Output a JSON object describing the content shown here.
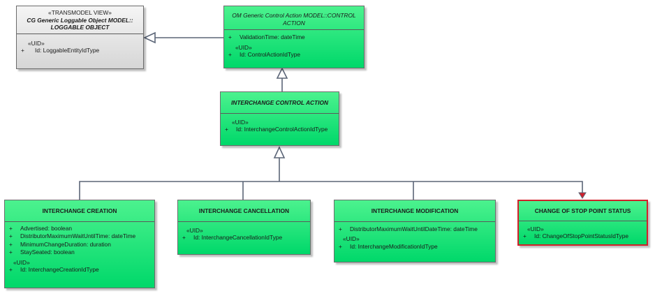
{
  "diagram": {
    "loggable": {
      "stereotype": "«TRANSMODEL VIEW»",
      "title": "CG Generic Loggable Object MODEL:: LOGGABLE OBJECT",
      "attr_stereotype": "«UID»",
      "attr_vis": "+",
      "attr": "Id: LoggableEntityIdType"
    },
    "control_action": {
      "title": "OM Generic Control Action MODEL::CONTROL ACTION",
      "attr_vis": "+",
      "attr": "ValidationTime: dateTime",
      "uid_stereotype": "«UID»",
      "uid_vis": "+",
      "uid": "Id: ControlActionIdType"
    },
    "interchange_control_action": {
      "title": "INTERCHANGE CONTROL ACTION",
      "uid_stereotype": "«UID»",
      "uid_vis": "+",
      "uid": "Id: InterchangeControlActionIdType"
    },
    "creation": {
      "title": "INTERCHANGE CREATION",
      "attrs": [
        {
          "vis": "+",
          "text": "Advertised: boolean"
        },
        {
          "vis": "+",
          "text": "DistributorMaximumWaitUntilTime: dateTime"
        },
        {
          "vis": "+",
          "text": "MinimumChangeDuration: duration"
        },
        {
          "vis": "+",
          "text": "StaySeated: boolean"
        }
      ],
      "uid_stereotype": "«UID»",
      "uid_vis": "+",
      "uid": "Id: InterchangeCreationIdType"
    },
    "cancellation": {
      "title": "INTERCHANGE CANCELLATION",
      "uid_stereotype": "«UID»",
      "uid_vis": "+",
      "uid": "Id: InterchangeCancellationIdType"
    },
    "modification": {
      "title": "INTERCHANGE MODIFICATION",
      "attr_vis": "+",
      "attr": "DistributorMaximumWaitUntilDateTime: dateTime",
      "uid_stereotype": "«UID»",
      "uid_vis": "+",
      "uid": "Id: InterchangeModificationIdType"
    },
    "change_status": {
      "title": "CHANGE OF STOP POINT STATUS",
      "uid_stereotype": "«UID»",
      "uid_vis": "+",
      "uid": "Id: ChangeOfStopPointStatusIdType"
    }
  }
}
